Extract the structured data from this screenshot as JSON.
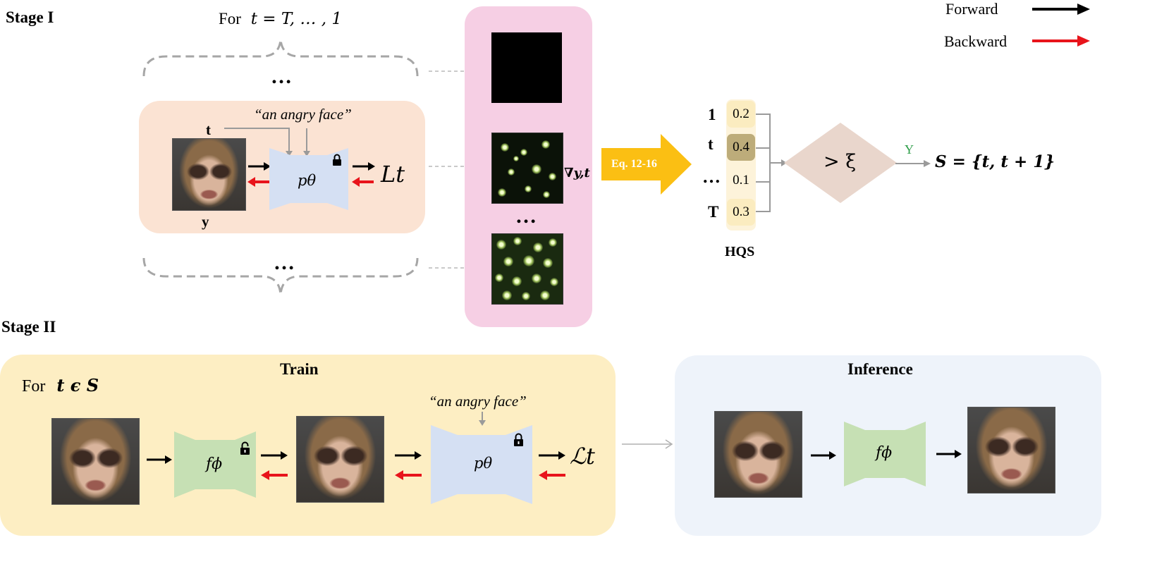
{
  "stage1": {
    "label": "Stage I",
    "loop_prefix": "For",
    "loop_expr": "t = T, … , 1",
    "dots": "…",
    "prompt": "“an angry face”",
    "t_label": "t",
    "y_label": "y",
    "model_label": "pθ",
    "loss_label": "Lt",
    "grad_label": "∇y,t",
    "eq_label": "Eq. 12-16",
    "hqs": {
      "row_labels": [
        "1",
        "t",
        "…",
        "T"
      ],
      "values": [
        "0.2",
        "0.4",
        "0.1",
        "0.3"
      ],
      "caption": "HQS"
    },
    "threshold": "> ξ",
    "yes_label": "Y",
    "result": "S = {t, t + 1}"
  },
  "legend": {
    "forward": "Forward",
    "backward": "Backward",
    "forward_color": "#000000",
    "backward_color": "#e8141b"
  },
  "stage2": {
    "label": "Stage II",
    "train": {
      "title": "Train",
      "loop_prefix": "For",
      "loop_expr": "t ϵ S",
      "f_label": "fϕ",
      "prompt": "“an angry face”",
      "model_label": "pθ",
      "loss_label": "ℒt"
    },
    "inference": {
      "title": "Inference",
      "f_label": "fϕ"
    }
  },
  "colors": {
    "stage1_box": "#fbe3d3",
    "pink_panel": "#f6cfe4",
    "train_box": "#fdeec3",
    "inference_box": "#eef3fa",
    "unet_blue": "#d5e0f3",
    "unet_green": "#c6e0b4",
    "eq_arrow": "#fbbf13",
    "diamond": "#e9d6cc",
    "hqs_cell": "#fbecc0",
    "hqs_cell_selected": "#bdac7a"
  }
}
